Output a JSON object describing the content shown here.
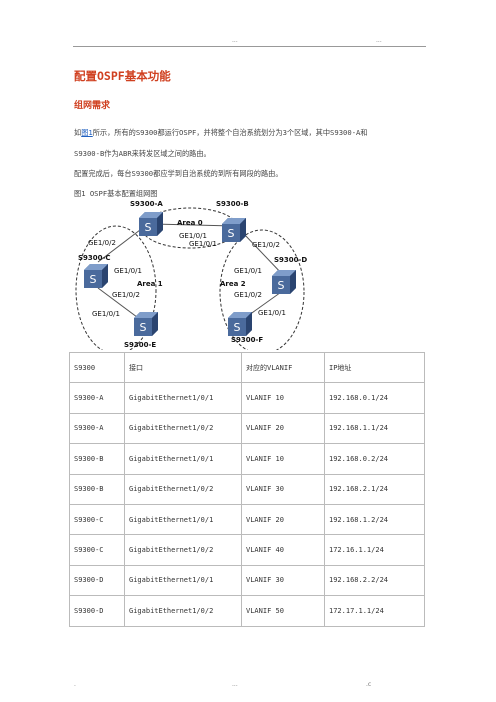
{
  "header": {
    "mark_left": "...",
    "mark_right": "..."
  },
  "title": "配置OSPF基本功能",
  "section": "组网需求",
  "para1": {
    "prefix": "如",
    "link": "图1",
    "rest": "所示，所有的S9300都运行OSPF，并将整个自治系统划分为3个区域，其中S9300-A和",
    "line2": "S9300-B作为ABR来转发区域之间的路由。"
  },
  "para2": "配置完成后，每台S9300都应学到自治系统的到所有网段的路由。",
  "figure_caption": "图1 OSPF基本配置组网图",
  "topology": {
    "areas": [
      "Area 0",
      "Area 1",
      "Area 2"
    ],
    "devices": [
      "S9300-A",
      "S9300-B",
      "S9300-C",
      "S9300-D",
      "S9300-E",
      "S9300-F"
    ],
    "ports": {
      "a_p1": "GE1/0/1",
      "a_p2": "GE1/0/2",
      "b_p1": "GE1/0/1",
      "b_p2": "GE1/0/2",
      "c_p1": "GE1/0/1",
      "c_p2": "GE1/0/2",
      "e_p1": "GE1/0/1",
      "d_p1": "GE1/0/1",
      "d_p2": "GE1/0/2",
      "f_p1": "GE1/0/1"
    },
    "colors": {
      "device": "#3a5a8c",
      "device_top": "#6f8fbf",
      "line": "#555555"
    }
  },
  "table": {
    "headers": [
      "S9300",
      "接口",
      "对应的VLANIF",
      "IP地址"
    ],
    "rows": [
      [
        "S9300-A",
        "GigabitEthernet1/0/1",
        "VLANIF 10",
        "192.168.0.1/24"
      ],
      [
        "S9300-A",
        "GigabitEthernet1/0/2",
        "VLANIF 20",
        "192.168.1.1/24"
      ],
      [
        "S9300-B",
        "GigabitEthernet1/0/1",
        "VLANIF 10",
        "192.168.0.2/24"
      ],
      [
        "S9300-B",
        "GigabitEthernet1/0/2",
        "VLANIF 30",
        "192.168.2.1/24"
      ],
      [
        "S9300-C",
        "GigabitEthernet1/0/1",
        "VLANIF 20",
        "192.168.1.2/24"
      ],
      [
        "S9300-C",
        "GigabitEthernet1/0/2",
        "VLANIF 40",
        "172.16.1.1/24"
      ],
      [
        "S9300-D",
        "GigabitEthernet1/0/1",
        "VLANIF 30",
        "192.168.2.2/24"
      ],
      [
        "S9300-D",
        "GigabitEthernet1/0/2",
        "VLANIF 50",
        "172.17.1.1/24"
      ]
    ]
  },
  "footer": {
    "left": ".",
    "mid": "...",
    "right": ".c"
  }
}
